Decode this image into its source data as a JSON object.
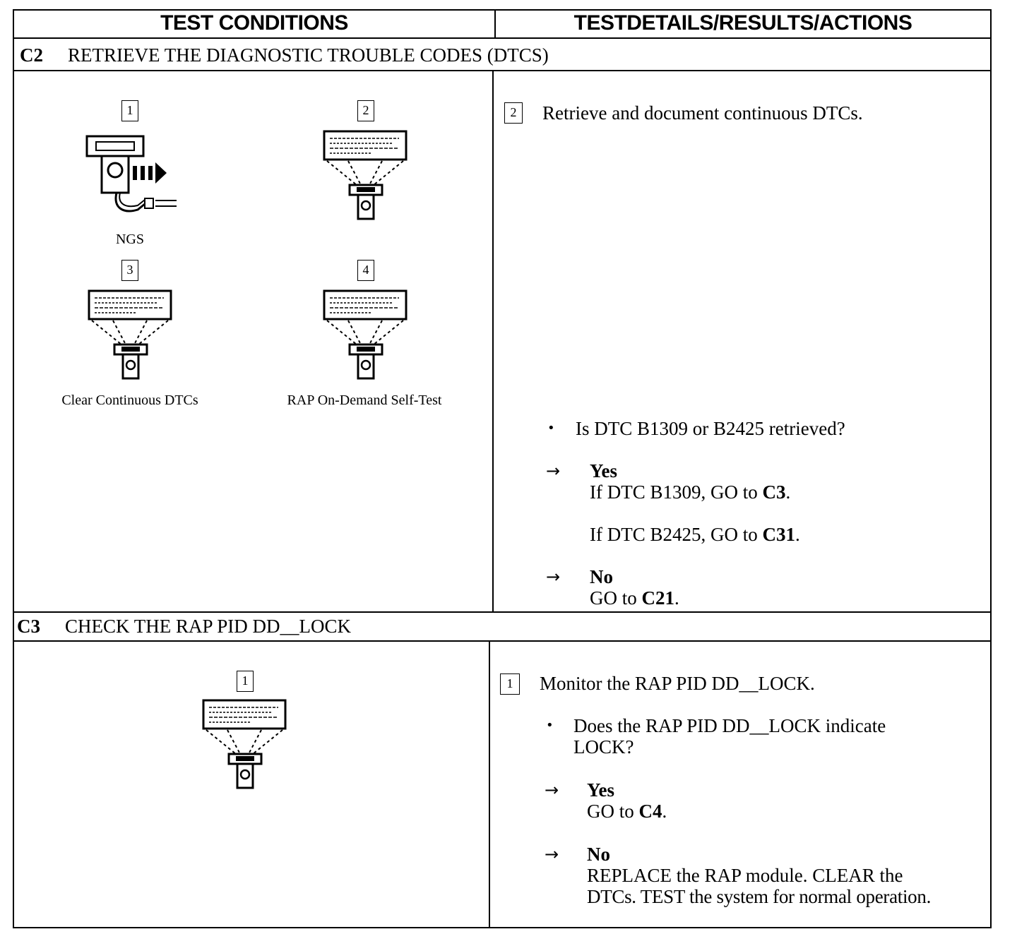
{
  "header": {
    "left": "TEST CONDITIONS",
    "right": "TESTDETAILS/RESULTS/ACTIONS"
  },
  "c2": {
    "code": "C2",
    "title": "RETRIEVE THE DIAGNOSTIC TROUBLE CODES (DTCS)",
    "illustrations": [
      {
        "step": "1",
        "caption": "NGS"
      },
      {
        "step": "2",
        "caption": ""
      },
      {
        "step": "3",
        "caption": "Clear Continuous DTCs"
      },
      {
        "step": "4",
        "caption": "RAP On-Demand Self-Test"
      }
    ],
    "step_number": "2",
    "step_text": "Retrieve and document continuous DTCs.",
    "question": "Is DTC B1309 or B2425 retrieved?",
    "yes_label": "Yes",
    "yes_line1_prefix": "If DTC B1309, GO to ",
    "yes_line1_target": "C3",
    "yes_line1_suffix": ".",
    "yes_line2_prefix": "If DTC B2425, GO to ",
    "yes_line2_target": "C31",
    "yes_line2_suffix": ".",
    "no_label": "No",
    "no_prefix": "GO to ",
    "no_target": "C21",
    "no_suffix": "."
  },
  "c3": {
    "code": "C3",
    "title": "CHECK THE RAP PID DD__LOCK",
    "illustration_step": "1",
    "step_number": "1",
    "step_text": "Monitor the RAP PID DD__LOCK.",
    "question_line1": "Does the RAP PID DD__LOCK indicate",
    "question_line2": "LOCK?",
    "yes_label": "Yes",
    "yes_prefix": "GO to ",
    "yes_target": "C4",
    "yes_suffix": ".",
    "no_label": "No",
    "no_line1": "REPLACE the RAP module. CLEAR the",
    "no_line2": "DTCs. TEST the system for normal operation."
  },
  "symbols": {
    "arrow": "→",
    "bullet": "•"
  },
  "icons": [
    "scan-tool-icon",
    "scan-tool-display-icon"
  ]
}
